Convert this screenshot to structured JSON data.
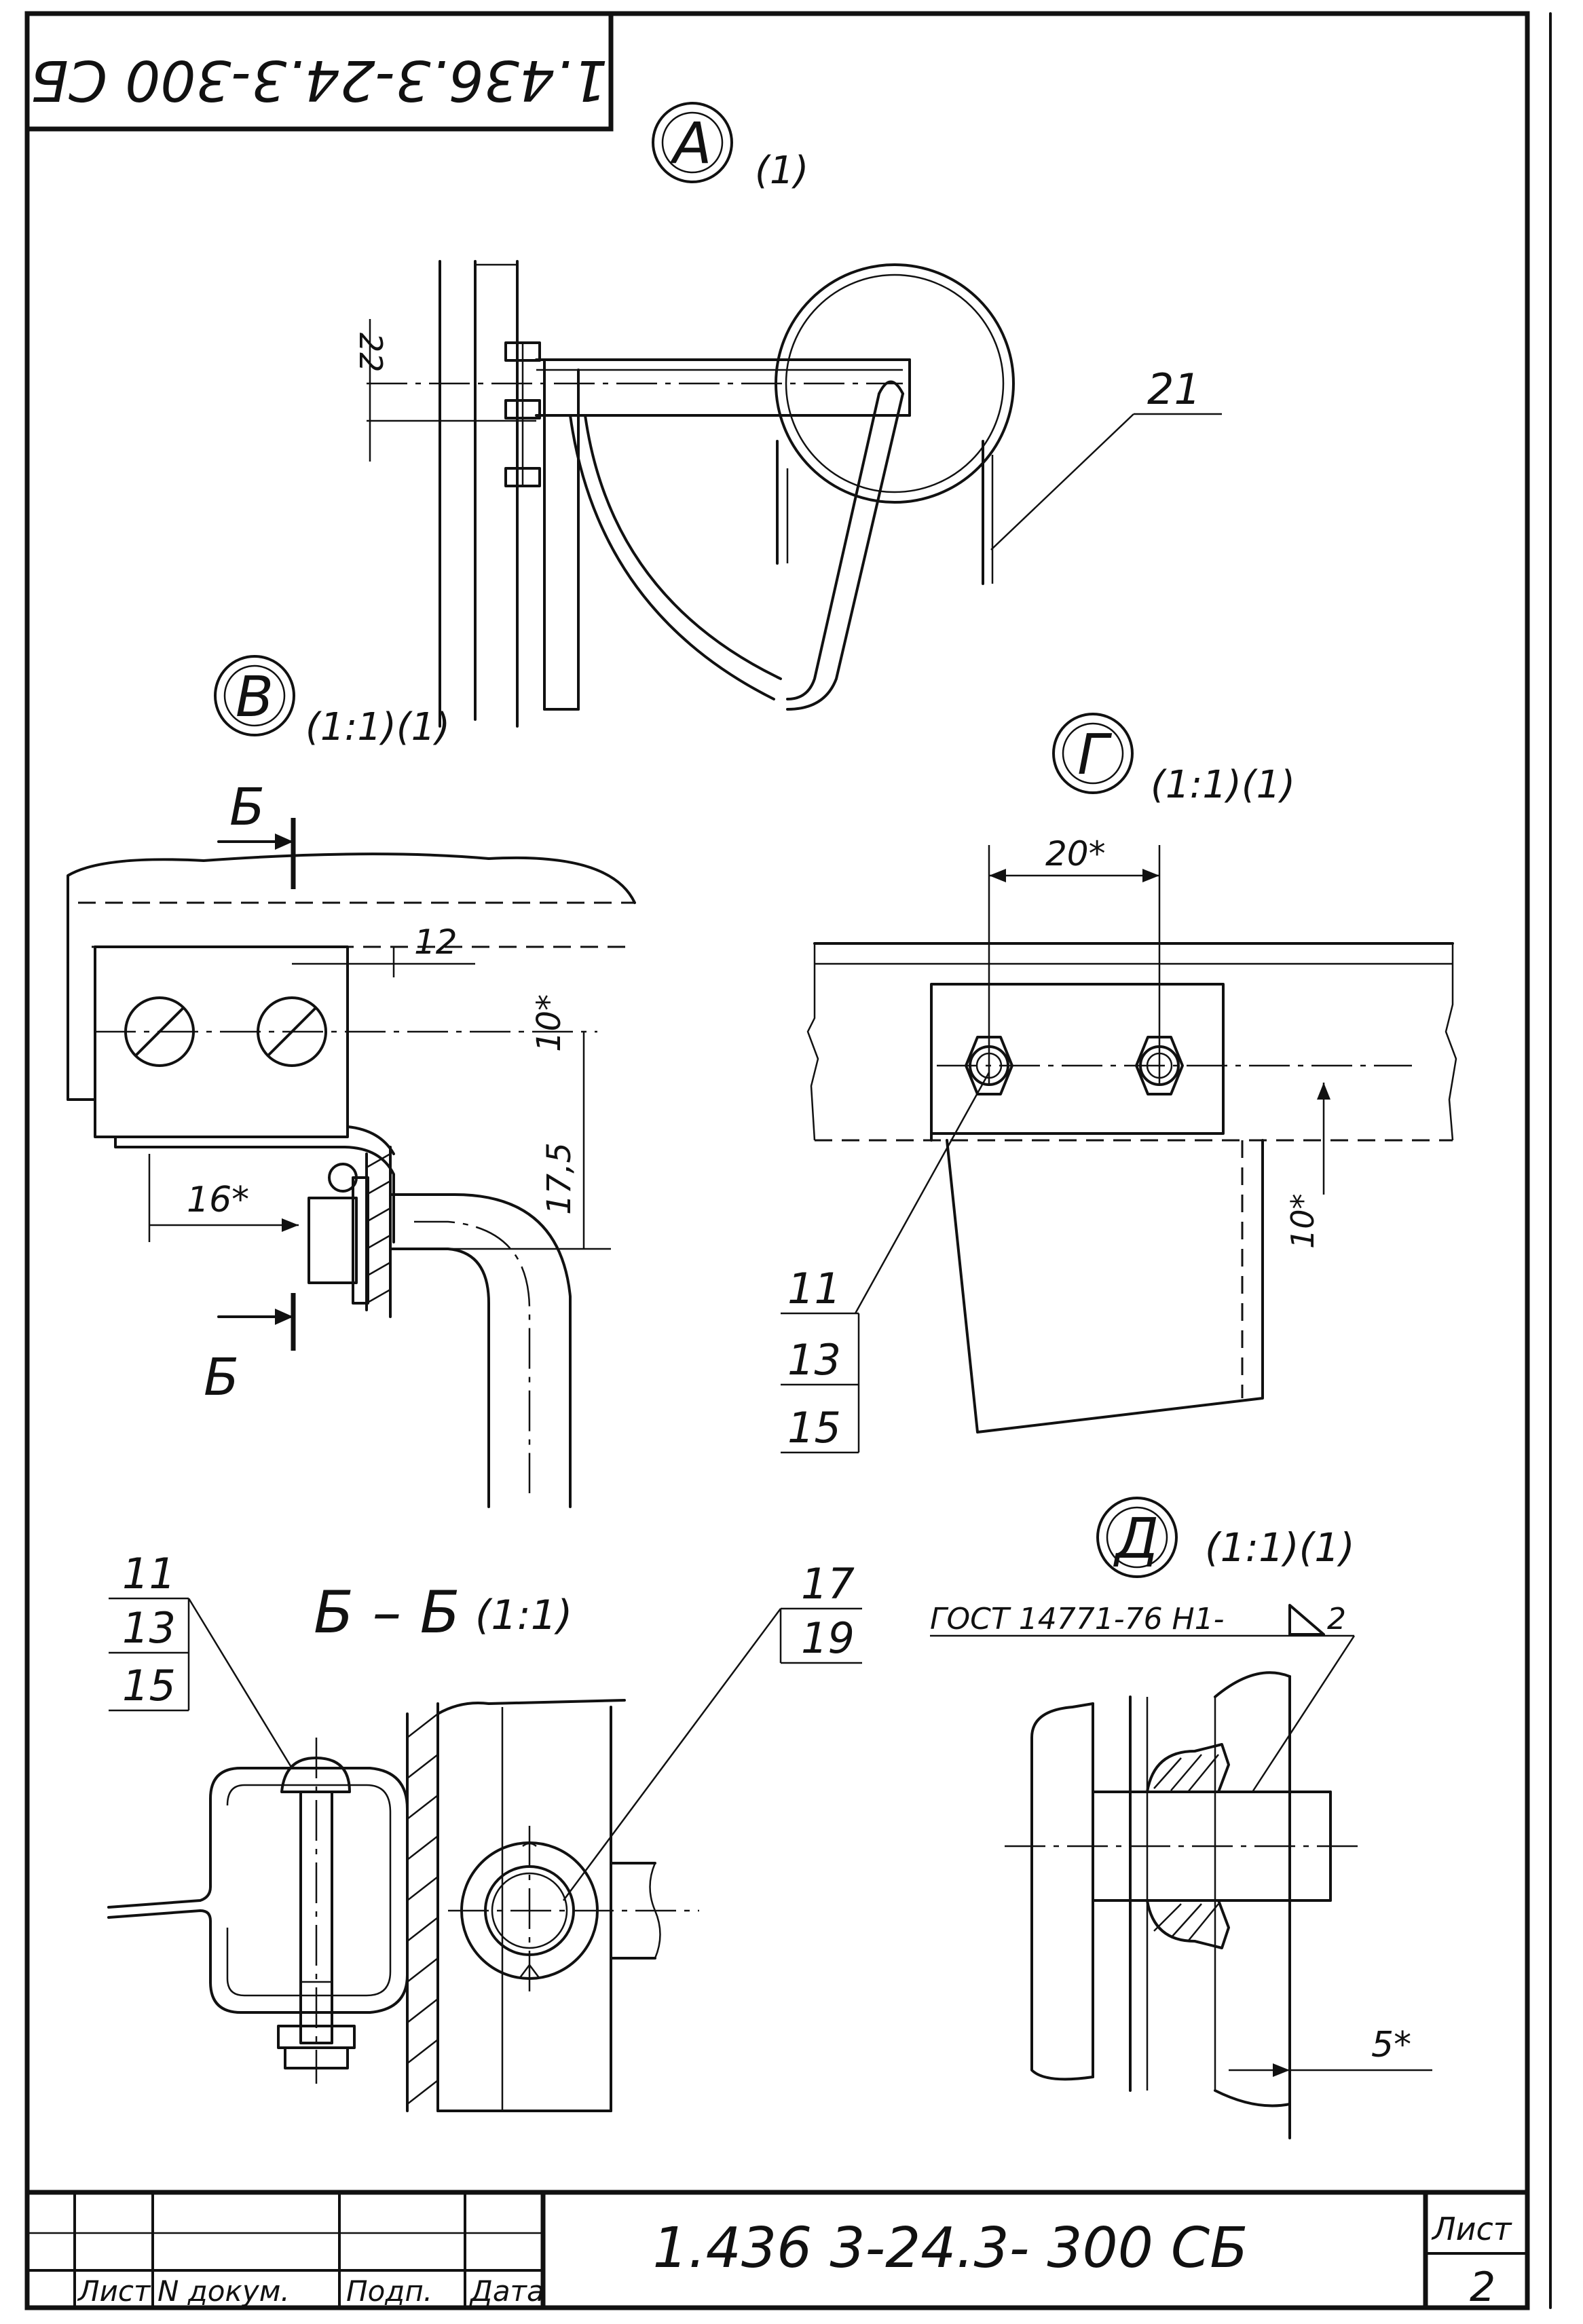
{
  "drawing": {
    "code_rotated": "1.436.3-24.3-300 СБ",
    "code_main": "1.436 3-24.3- 300 СБ",
    "sheet_label": "Лист",
    "sheet_number": "2"
  },
  "views": {
    "A": {
      "letter": "А",
      "scale": "(1)",
      "dim_22": "22",
      "leader_21": "21"
    },
    "V": {
      "letter": "В",
      "scale": "(1:1)(1)",
      "section_mark": "Б",
      "dim_12": "12",
      "dim_10": "10*",
      "dim_16": "16*",
      "dim_175": "17,5"
    },
    "G": {
      "letter": "Г",
      "scale": "(1:1)(1)",
      "dim_20": "20*",
      "dim_10": "10*",
      "parts": [
        "11",
        "13",
        "15"
      ]
    },
    "BB": {
      "title": "Б – Б",
      "scale": "(1:1)",
      "parts_left": [
        "11",
        "13",
        "15"
      ],
      "parts_right": [
        "17",
        "19"
      ]
    },
    "D": {
      "letter": "Д",
      "scale": "(1:1)(1)",
      "weld_note": "ГОСТ 14771-76 Н1-",
      "weld_leg": "2",
      "dim_5": "5*"
    }
  },
  "title_block": {
    "col_sheet": "Лист",
    "col_doc": "N докум.",
    "col_sign": "Подп.",
    "col_date": "Дата"
  }
}
